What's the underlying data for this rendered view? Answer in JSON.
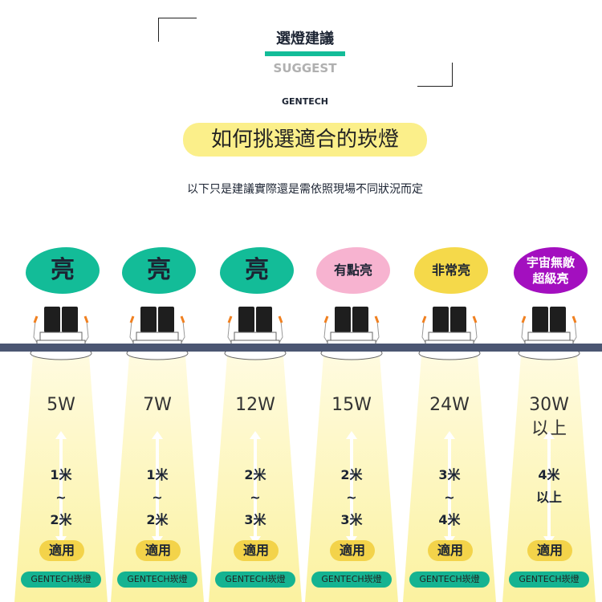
{
  "header": {
    "title": "選燈建議",
    "subtitle": "SUGGEST",
    "brand": "GENTECH"
  },
  "main_title": "如何挑選適合的崁燈",
  "description": "以下只是建議實際還是需依照現場不同狀況而定",
  "colors": {
    "teal": "#13bc98",
    "pink": "#f7b3d0",
    "yellow": "#f5d94a",
    "purple": "#a30fbf",
    "rail": "#4b5672"
  },
  "columns": [
    {
      "brightness": "亮",
      "color": "#13bc98",
      "size": "big",
      "watt": [
        "5W"
      ],
      "distance": [
        "1米",
        "~",
        "2米"
      ],
      "apply": "適用",
      "brand": "GENTECH崁燈"
    },
    {
      "brightness": "亮",
      "color": "#13bc98",
      "size": "big",
      "watt": [
        "7W"
      ],
      "distance": [
        "1米",
        "~",
        "2米"
      ],
      "apply": "適用",
      "brand": "GENTECH崁燈"
    },
    {
      "brightness": "亮",
      "color": "#13bc98",
      "size": "big",
      "watt": [
        "12W"
      ],
      "distance": [
        "2米",
        "~",
        "3米"
      ],
      "apply": "適用",
      "brand": "GENTECH崁燈"
    },
    {
      "brightness": "有點亮",
      "color": "#f7b3d0",
      "size": "small",
      "watt": [
        "15W"
      ],
      "distance": [
        "2米",
        "~",
        "3米"
      ],
      "apply": "適用",
      "brand": "GENTECH崁燈"
    },
    {
      "brightness": "非常亮",
      "color": "#f5d94a",
      "size": "small",
      "watt": [
        "24W"
      ],
      "distance": [
        "3米",
        "~",
        "4米"
      ],
      "apply": "適用",
      "brand": "GENTECH崁燈"
    },
    {
      "brightness": "宇宙無敵\n超級亮",
      "color": "#a30fbf",
      "size": "purple",
      "watt": [
        "30W",
        "以上"
      ],
      "distance": [
        "4米",
        "以上"
      ],
      "apply": "適用",
      "brand": "GENTECH崁燈"
    }
  ]
}
